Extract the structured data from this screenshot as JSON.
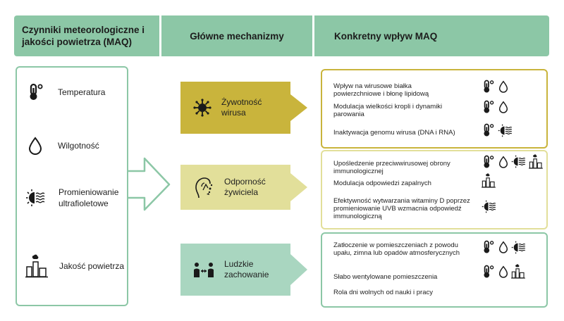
{
  "headers": {
    "factors": "Czynniki meteorologiczne i jakości powietrza (MAQ)",
    "mechanisms": "Główne mechanizmy",
    "effects": "Konkretny wpływ MAQ"
  },
  "factors": [
    {
      "label": "Temperatura",
      "icon": "thermometer-icon"
    },
    {
      "label": "Wilgotność",
      "icon": "droplet-icon"
    },
    {
      "label": "Promieniowanie ultrafioletowe",
      "icon": "uv-sun-icon"
    },
    {
      "label": "Jakość powietrza",
      "icon": "factory-icon"
    }
  ],
  "mechanisms": [
    {
      "label": "Żywotność wirusa",
      "icon": "virus-icon",
      "color": "#c9b43c"
    },
    {
      "label": "Odporność żywiciela",
      "icon": "host-immunity-icon",
      "color": "#e2df9a"
    },
    {
      "label": "Ludzkie zachowanie",
      "icon": "people-distance-icon",
      "color": "#a9d6c0"
    }
  ],
  "effects": [
    {
      "border": "#c9b43c",
      "items": [
        {
          "text": "Wpływ na wirusowe białka powierzchniowe i błonę lipidową",
          "icons": [
            "thermometer-icon",
            "droplet-icon"
          ]
        },
        {
          "text": "Modulacja wielkości kropli i dynamiki parowania",
          "icons": [
            "thermometer-icon",
            "droplet-icon"
          ]
        },
        {
          "text": "Inaktywacja genomu wirusa (DNA i RNA)",
          "icons": [
            "thermometer-icon",
            "uv-sun-icon"
          ]
        }
      ]
    },
    {
      "border": "#e2df9a",
      "items": [
        {
          "text": "Upośledzenie przeciwwirusowej obrony immunologicznej",
          "icons": [
            "thermometer-icon",
            "droplet-icon",
            "uv-sun-icon",
            "factory-icon"
          ]
        },
        {
          "text": "Modulacja odpowiedzi zapalnych",
          "icons": [
            "factory-icon"
          ]
        },
        {
          "text": "Efektywność wytwarzania witaminy D poprzez promieniowanie UVB wzmacnia odpowiedź immunologiczną",
          "icons": [
            "uv-sun-icon"
          ]
        }
      ]
    },
    {
      "border": "#8cc7a6",
      "items": [
        {
          "text": "Zatłoczenie w pomieszczeniach z powodu upału, zimna lub opadów atmosferycznych",
          "icons": [
            "thermometer-icon",
            "droplet-icon",
            "uv-sun-icon"
          ]
        },
        {
          "text": "Słabo wentylowane pomieszczenia",
          "icons": [
            "thermometer-icon",
            "droplet-icon",
            "factory-icon"
          ]
        },
        {
          "text": "Rola dni wolnych od nauki i pracy",
          "icons": []
        }
      ]
    }
  ]
}
